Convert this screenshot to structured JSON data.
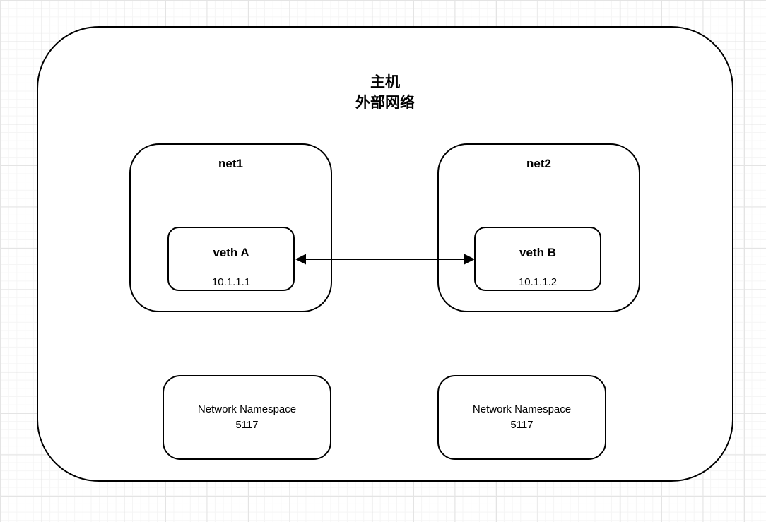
{
  "diagram": {
    "host": {
      "title_line1": "主机",
      "title_line2": "外部网络"
    },
    "net1": {
      "label": "net1",
      "veth": {
        "name": "veth A",
        "ip": "10.1.1.1"
      }
    },
    "net2": {
      "label": "net2",
      "veth": {
        "name": "veth B",
        "ip": "10.1.1.2"
      }
    },
    "namespaces": [
      {
        "line1": "Network Namespace",
        "line2": "5117"
      },
      {
        "line1": "Network Namespace",
        "line2": "5117"
      }
    ],
    "connection": {
      "type": "bidirectional-arrow",
      "from": "veth A",
      "to": "veth B"
    },
    "colors": {
      "stroke": "#000000",
      "shape_fill": "#ffffff",
      "grid_minor": "#f5f5f5",
      "grid_major": "#e4e4e4"
    }
  }
}
